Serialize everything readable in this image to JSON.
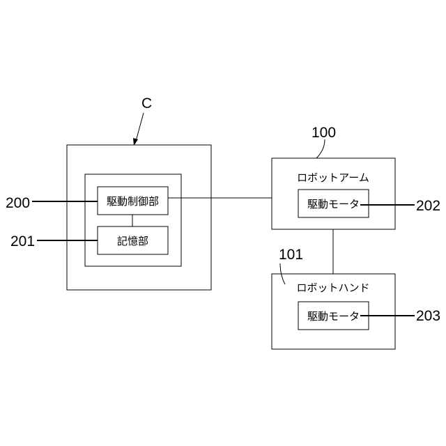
{
  "controller": {
    "label": "C"
  },
  "drive_control": {
    "ref": "200",
    "label": "駆動制御部"
  },
  "storage": {
    "ref": "201",
    "label": "記憶部"
  },
  "robot_arm": {
    "ref": "100",
    "label": "ロボットアーム"
  },
  "arm_motor": {
    "ref": "202",
    "label": "駆動モータ"
  },
  "robot_hand": {
    "ref": "101",
    "label": "ロボットハンド"
  },
  "hand_motor": {
    "ref": "203",
    "label": "駆動モータ"
  }
}
